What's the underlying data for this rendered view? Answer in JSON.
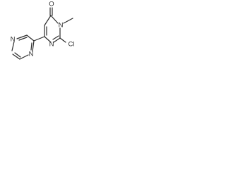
{
  "molecule": {
    "atoms": {
      "carbonyl_oxygen": "O",
      "ring_n3": "N",
      "methyl": "",
      "chlorine": "Cl",
      "ring_n1": "N",
      "pyrimidine_n_upper": "N",
      "pyrimidine_n_lower": "N"
    }
  },
  "colors": {
    "bond": "#2b2b2b",
    "background": "#ffffff"
  }
}
